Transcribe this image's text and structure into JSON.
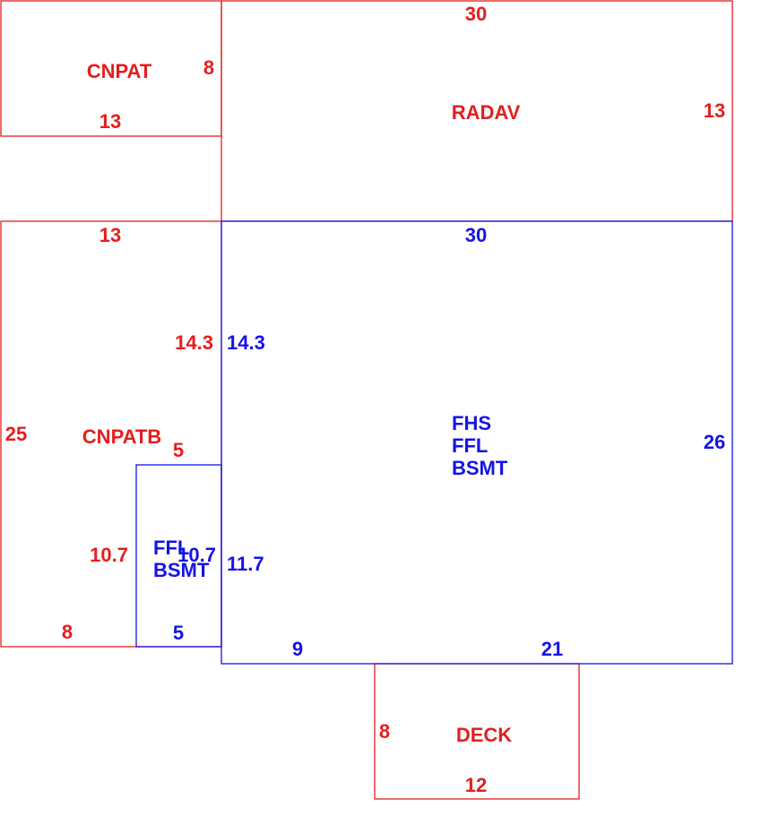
{
  "colors": {
    "red": "#e41e1e",
    "blue": "#1414e6",
    "background": "#ffffff"
  },
  "areas": {
    "cnpat": {
      "label": "CNPAT",
      "color": "red"
    },
    "radav": {
      "label": "RADAV",
      "color": "red"
    },
    "cnpatb": {
      "label": "CNPATB",
      "color": "red"
    },
    "main": {
      "labels": [
        "FHS",
        "FFL",
        "BSMT"
      ],
      "color": "blue"
    },
    "bump": {
      "labels": [
        "FFL",
        "BSMT"
      ],
      "color": "blue"
    },
    "deck": {
      "label": "DECK",
      "color": "red"
    }
  },
  "dimensions": {
    "cnpat_right": "8",
    "cnpat_bottom": "13",
    "radav_top": "30",
    "radav_right": "13",
    "cnpatb_top": "13",
    "cnpatb_left": "25",
    "cnpatb_upper_right": "14.3",
    "cnpatb_lower_right": "10.7",
    "cnpatb_bottom": "8",
    "main_top": "30",
    "main_right": "26",
    "main_left_upper": "14.3",
    "main_left_lower": "11.7",
    "main_bottom_left": "9",
    "main_bottom_right": "21",
    "bump_top": "5",
    "bump_left": "10.7",
    "bump_bottom": "5",
    "deck_left": "8",
    "deck_bottom": "12"
  }
}
